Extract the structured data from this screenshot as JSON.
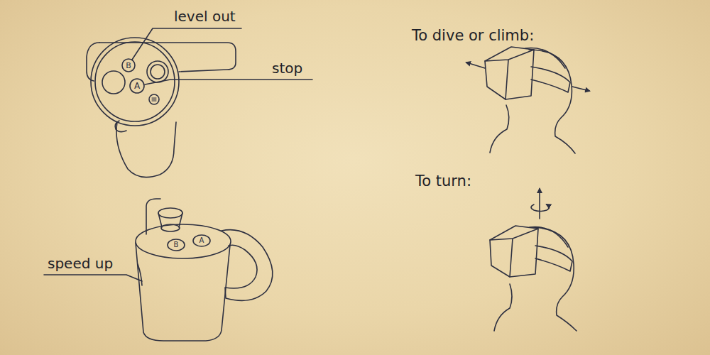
{
  "diagram": {
    "labels": [
      "level out",
      "stop",
      "B",
      "A",
      "speed up",
      "B",
      "A",
      "To dive or climb:",
      "To turn:"
    ]
  }
}
